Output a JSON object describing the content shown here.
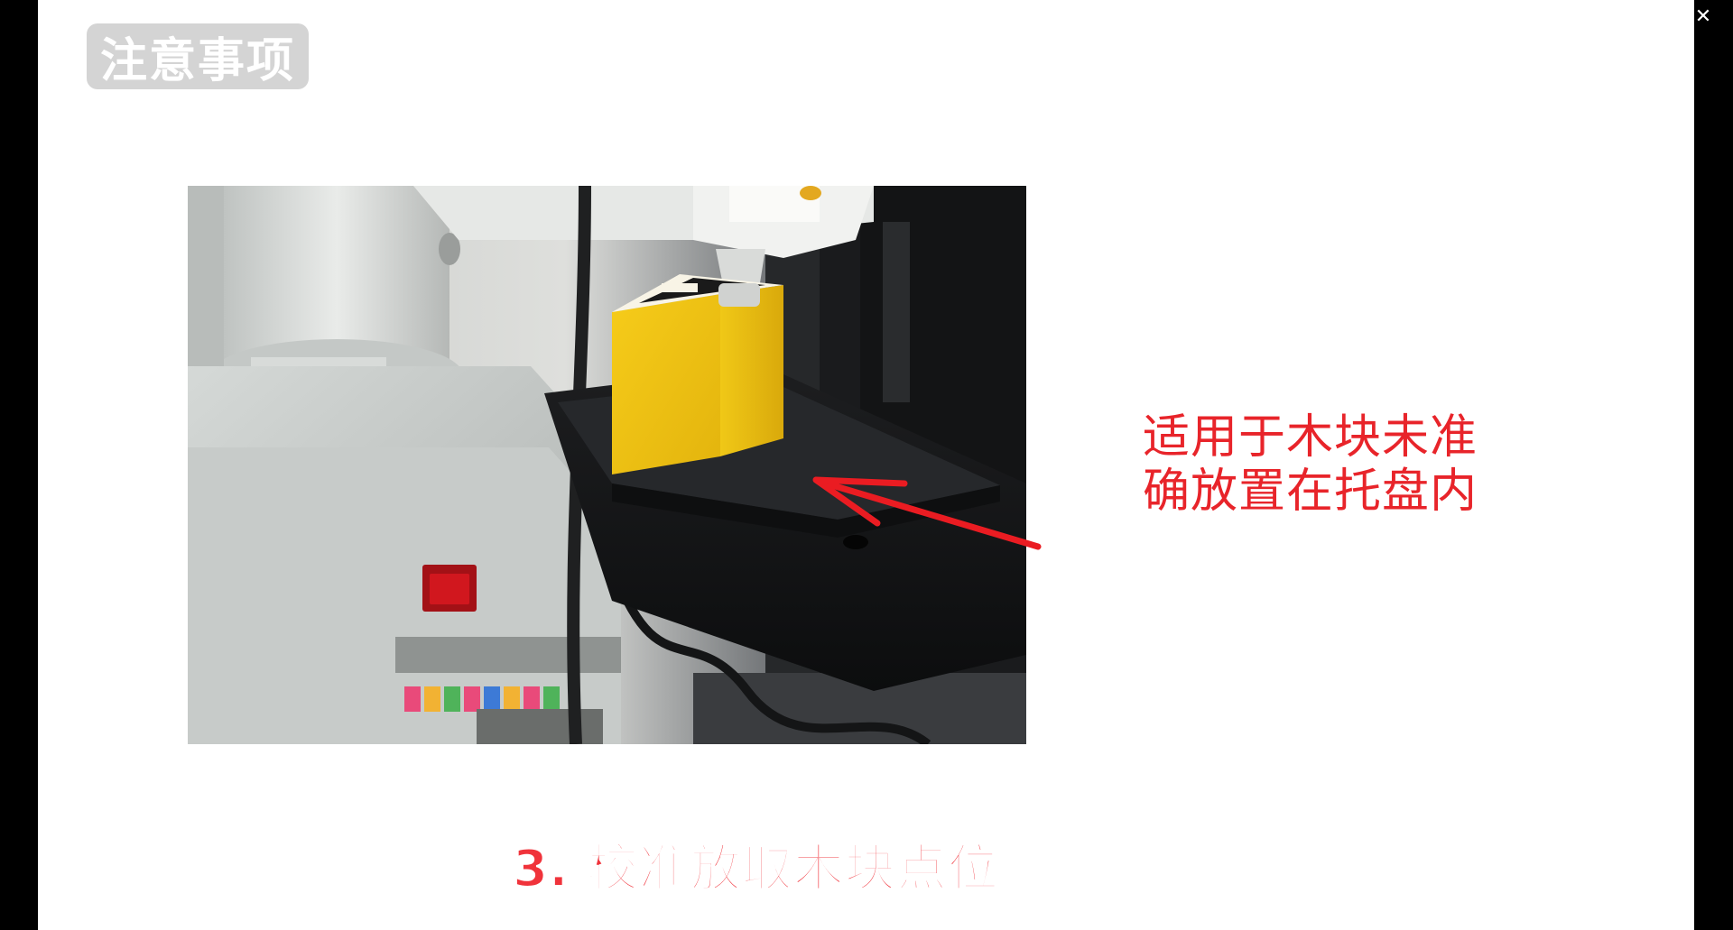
{
  "viewer": {
    "close_icon": "close-icon",
    "close_glyph": "✕"
  },
  "slide": {
    "badge_text": "注意事项",
    "side_note_lines": [
      "适用于木块未准",
      "确放置在托盘内"
    ],
    "step_title": "3. 校准放取木块点位",
    "colors": {
      "accent_red": "#e8242a",
      "badge_gray": "#d4d4d4",
      "block_yellow": "#f2c414"
    }
  }
}
